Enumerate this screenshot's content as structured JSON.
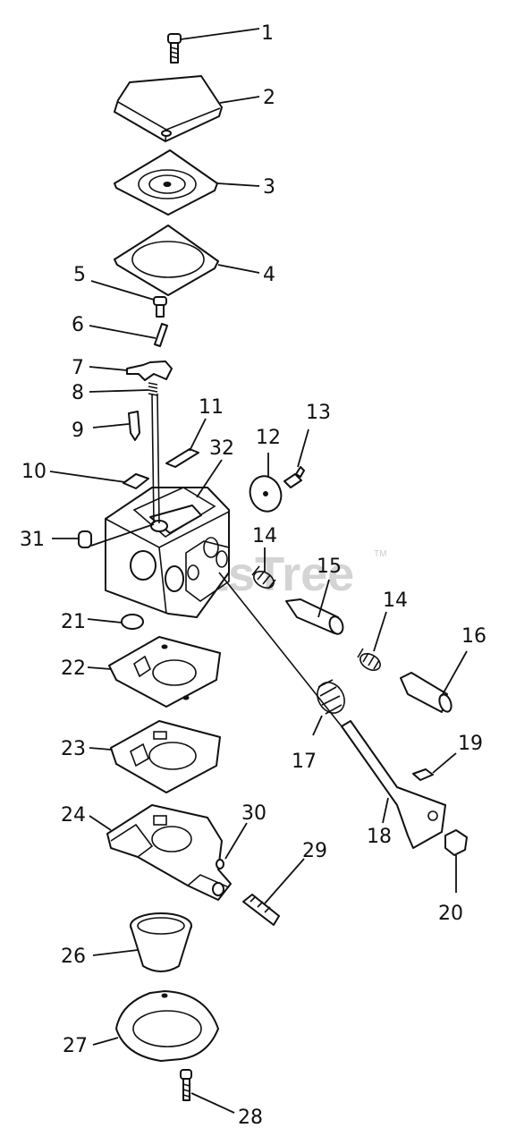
{
  "watermark": {
    "text": "PartsTree",
    "trademark": "TM"
  },
  "callouts": [
    "1",
    "2",
    "3",
    "4",
    "5",
    "6",
    "7",
    "8",
    "9",
    "10",
    "11",
    "12",
    "13",
    "14",
    "15",
    "14",
    "16",
    "17",
    "18",
    "19",
    "20",
    "21",
    "22",
    "23",
    "24",
    "26",
    "27",
    "28",
    "29",
    "30",
    "31",
    "32"
  ]
}
